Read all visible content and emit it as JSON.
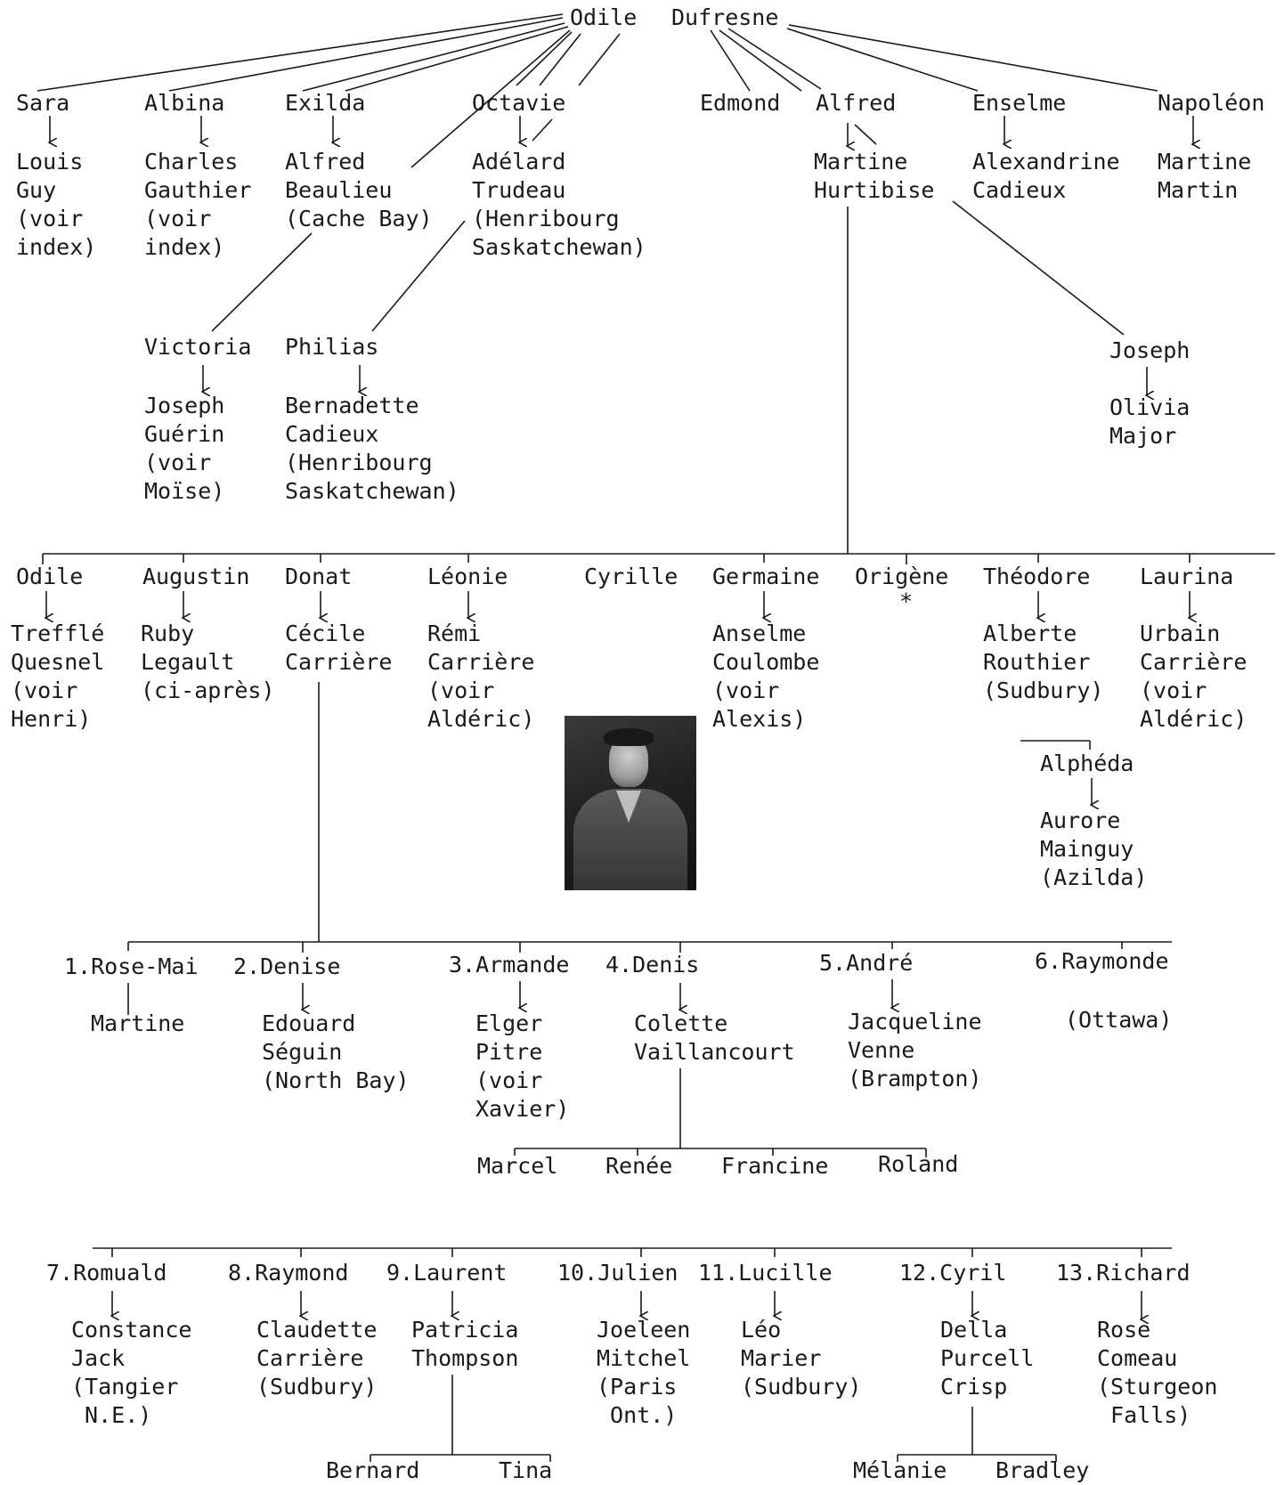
{
  "labels": {
    "root1": "Odile",
    "root2": "Dufresne",
    "g1_sara": "Sara",
    "g1_albina": "Albina",
    "g1_exilda": "Exilda",
    "g1_octavie": "Octavie",
    "g1_edmond": "Edmond",
    "g1_alfred": "Alfred",
    "g1_enselme": "Enselme",
    "g1_napoleon": "Napoléon",
    "sp_sara": "Louis\nGuy\n(voir\nindex)",
    "sp_albina": "Charles\nGauthier\n(voir\nindex)",
    "sp_exilda": "Alfred\nBeaulieu\n(Cache Bay)",
    "sp_octavie": "Adélard\nTrudeau\n(Henribourg\nSaskatchewan)",
    "sp_alfred": "Martine\nHurtibise",
    "sp_enselme": "Alexandrine\nCadieux",
    "sp_napoleon": "Martine\nMartin",
    "g2_victoria": "Victoria",
    "sp_victoria": "Joseph\nGuérin\n(voir\nMoïse)",
    "g2_philias": "Philias",
    "sp_philias": "Bernadette\nCadieux\n(Henribourg\nSaskatchewan)",
    "g2_joseph": "Joseph",
    "sp_joseph": "Olivia\nMajor",
    "g3_odile": "Odile",
    "sp_odile": "Trefflé\nQuesnel\n(voir\nHenri)",
    "g3_augustin": "Augustin",
    "sp_augustin": "Ruby\nLegault\n(ci-après)",
    "g3_donat": "Donat",
    "sp_donat": "Cécile\nCarrière",
    "g3_leonie": "Léonie",
    "sp_leonie": "Rémi\nCarrière\n(voir\nAldéric)",
    "g3_cyrille": "Cyrille",
    "g3_germaine": "Germaine",
    "sp_germaine": "Anselme\nCoulombe\n(voir\nAlexis)",
    "g3_origene": "Origène",
    "star_origene": "*",
    "g3_theodore": "Théodore",
    "sp_theodore": "Alberte\nRouthier\n(Sudbury)",
    "g3_laurina": "Laurina",
    "sp_laurina": "Urbain\nCarrière\n(voir\nAldéric)",
    "g4_alpheda": "Alphéda",
    "sp_alpheda": "Aurore\nMainguy\n(Azilda)",
    "c1": "1.Rose-Mai",
    "sp_c1": "Martine",
    "c2": "2.Denise",
    "sp_c2": "Edouard\nSéguin\n(North Bay)",
    "c3": "3.Armande",
    "sp_c3": "Elger\nPitre\n(voir\nXavier)",
    "c4": "4.Denis",
    "sp_c4": "Colette\nVaillancourt",
    "c5": "5.André",
    "sp_c5": "Jacqueline\nVenne\n(Brampton)",
    "c6": "6.Raymonde",
    "sp_c6": "(Ottawa)",
    "gc_marcel": "Marcel",
    "gc_renee": "Renée",
    "gc_francine": "Francine",
    "gc_roland": "Roland",
    "c7": "7.Romuald",
    "sp_c7": "Constance\nJack\n(Tangier\n N.E.)",
    "c8": "8.Raymond",
    "sp_c8": "Claudette\nCarrière\n(Sudbury)",
    "c9": "9.Laurent",
    "sp_c9": "Patricia\nThompson",
    "c10": "10.Julien",
    "sp_c10": "Joeleen\nMitchel\n(Paris\n Ont.)",
    "c11": "11.Lucille",
    "sp_c11": "Léo\nMarier\n(Sudbury)",
    "c12": "12.Cyril",
    "sp_c12": "Della\nPurcell\nCrisp",
    "c13": "13.Richard",
    "sp_c13": "Rose\nComeau\n(Sturgeon\n Falls)",
    "gc_bernard": "Bernard",
    "gc_tina": "Tina",
    "gc_melanie": "Mélanie",
    "gc_bradley": "Bradley"
  }
}
